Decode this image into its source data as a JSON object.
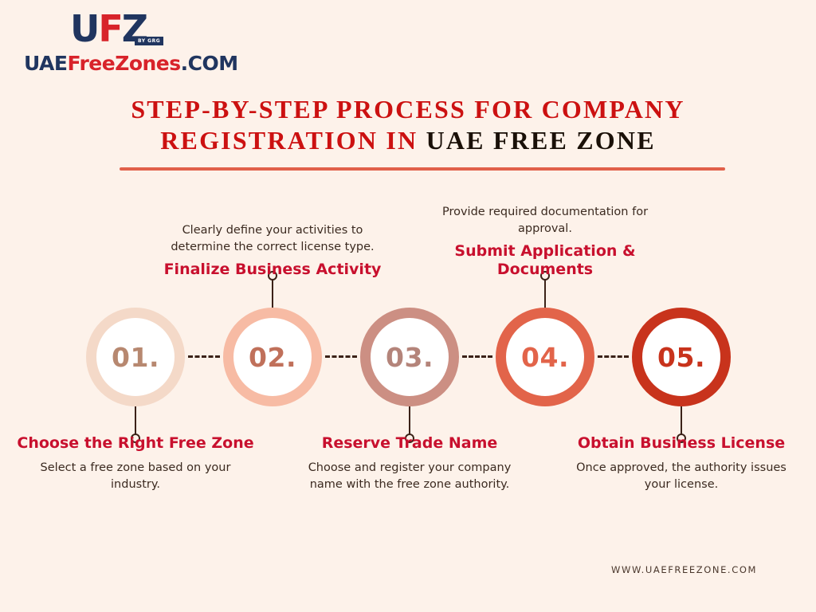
{
  "background_color": "#FDF2EA",
  "logo": {
    "mark_prefix": "U",
    "mark_f": "F",
    "mark_suffix": "Z",
    "badge": "BY GRG",
    "word_uae": "UAE",
    "word_free": "Free",
    "word_zones": "Zones",
    "word_com": ".COM",
    "navy": "#20355F",
    "red": "#D8232A"
  },
  "header": {
    "title_line1": "STEP-BY-STEP PROCESS FOR COMPANY",
    "title_line2_red": "REGISTRATION IN ",
    "title_line2_dark": "UAE FREE ZONE",
    "title_color": "#CC1111",
    "accent_color": "#E1604A"
  },
  "steps": [
    {
      "number": "01.",
      "title": "Choose the Right Free Zone",
      "description": "Select a free zone based on your industry.",
      "position": "below",
      "ring_color": "#F4D9C8",
      "number_color": "#B78870"
    },
    {
      "number": "02.",
      "title": "Finalize Business Activity",
      "description": "Clearly define your activities to determine the correct license type.",
      "position": "above",
      "ring_color": "#F7BBA4",
      "number_color": "#C0705A"
    },
    {
      "number": "03.",
      "title": "Reserve Trade Name",
      "description": "Choose and register your company name with the free zone authority.",
      "position": "below",
      "ring_color": "#CC8F83",
      "number_color": "#B4847A"
    },
    {
      "number": "04.",
      "title": "Submit Application & Documents",
      "description": "Provide required documentation for approval.",
      "position": "above",
      "ring_color": "#E2644A",
      "number_color": "#E2644A"
    },
    {
      "number": "05.",
      "title": "Obtain Business License",
      "description": "Once approved, the authority issues your license.",
      "position": "below",
      "ring_color": "#C8331C",
      "number_color": "#C8331C"
    }
  ],
  "footer": {
    "website": "WWW.UAEFREEZONE.COM"
  }
}
